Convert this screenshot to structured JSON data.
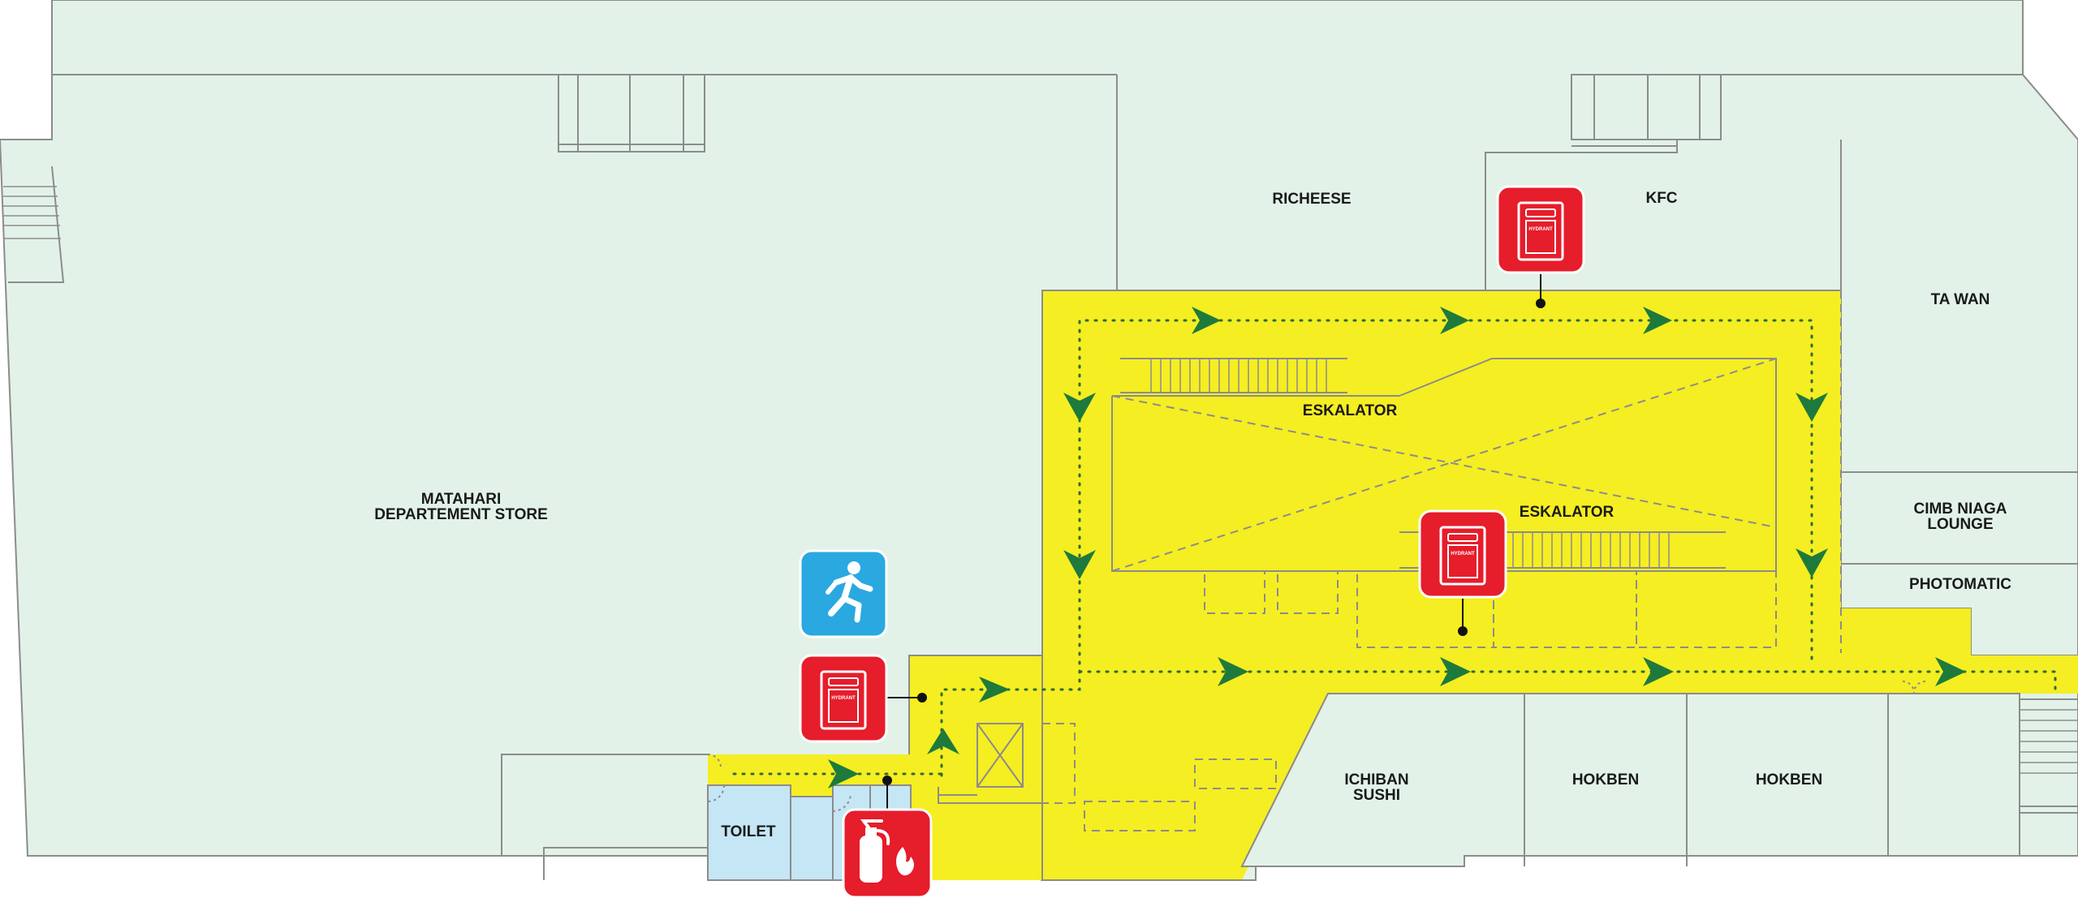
{
  "rooms": {
    "matahari": [
      "MATAHARI",
      "DEPARTEMENT STORE"
    ],
    "richeese": "RICHEESE",
    "kfc": "KFC",
    "ta_wan": "TA WAN",
    "cimb": [
      "CIMB NIAGA",
      "LOUNGE"
    ],
    "photomatic": "PHOTOMATIC",
    "ichiban": [
      "ICHIBAN",
      "SUSHI"
    ],
    "hokben_1": "HOKBEN",
    "hokben_2": "HOKBEN",
    "toilet": "TOILET",
    "eskalator_top": "ESKALATOR",
    "eskalator_bottom": "ESKALATOR"
  },
  "icons": {
    "hydrant_text": "HYDRANT",
    "hydrant": "hydrant-icon",
    "extinguisher": "fire-extinguisher-icon",
    "exit": "emergency-exit-running-person-icon"
  },
  "colors": {
    "room_fill": "#e2f2e8",
    "corridor": "#f5ee22",
    "toilet": "#c5e6f5",
    "hydrant_tile": "#e61d2b",
    "exit_tile": "#2aa8e0",
    "route_arrow": "#1e7a3c"
  }
}
